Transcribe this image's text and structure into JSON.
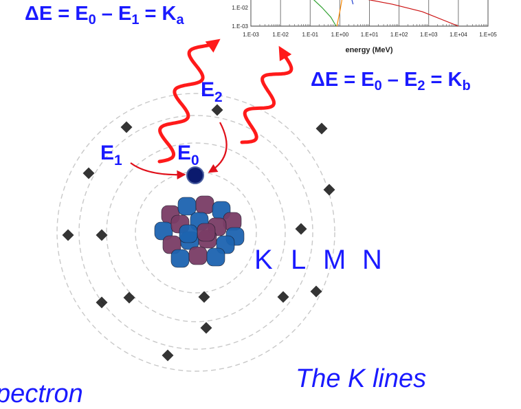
{
  "equations": {
    "ka": {
      "lhs": "ΔE = E",
      "s0": "0",
      "mid": " – E",
      "s1": "1",
      "rhs": " = K",
      "s2": "a"
    },
    "kb": {
      "lhs": "ΔE = E",
      "s0": "0",
      "mid": " – E",
      "s1": "2",
      "rhs": " = K",
      "s2": "b"
    }
  },
  "levels": {
    "e1": {
      "main": "E",
      "sub": "1"
    },
    "e0": {
      "main": "E",
      "sub": "0"
    },
    "e2": {
      "main": "E",
      "sub": "2"
    }
  },
  "shells": [
    "K",
    "L",
    "M",
    "N"
  ],
  "captions": {
    "right": "The K lines",
    "left_partial": "pectron"
  },
  "colors": {
    "text_blue": "#1a1aff",
    "photon_red": "#ff1a1a",
    "transition_red": "#e0101a",
    "orbit_grey": "#c8c8c8",
    "vacancy_navy": "#0b1a6e",
    "proton_purple": "#7a3d66",
    "neutron_blue": "#1d64b0"
  },
  "chart_data": {
    "type": "line",
    "xlabel": "energy (MeV)",
    "x_ticks": [
      "1.E-03",
      "1.E-02",
      "1.E-01",
      "1.E+00",
      "1.E+01",
      "1.E+02",
      "1.E+03",
      "1.E+04",
      "1.E+05"
    ],
    "y_ticks": [
      "1.E-03",
      "1.E-02"
    ],
    "xlim": [
      0.001,
      100000
    ],
    "ylim": [
      0.001,
      0.03
    ],
    "log_x": true,
    "log_y": true,
    "series": [
      {
        "color": "#2ea02e",
        "x": [
          0.12,
          0.25,
          0.5,
          0.75
        ],
        "y": [
          0.03,
          0.01,
          0.003,
          0.001
        ]
      },
      {
        "color": "#ff8800",
        "x": [
          1.2,
          1.0,
          0.8
        ],
        "y": [
          0.03,
          0.006,
          0.001
        ]
      },
      {
        "color": "#1f3fd0",
        "x": [
          2.5,
          2.8
        ],
        "y": [
          0.03,
          0.015
        ]
      },
      {
        "color": "#cc1010",
        "x": [
          6.0,
          60,
          600,
          10000
        ],
        "y": [
          0.03,
          0.015,
          0.006,
          0.001
        ]
      }
    ]
  }
}
